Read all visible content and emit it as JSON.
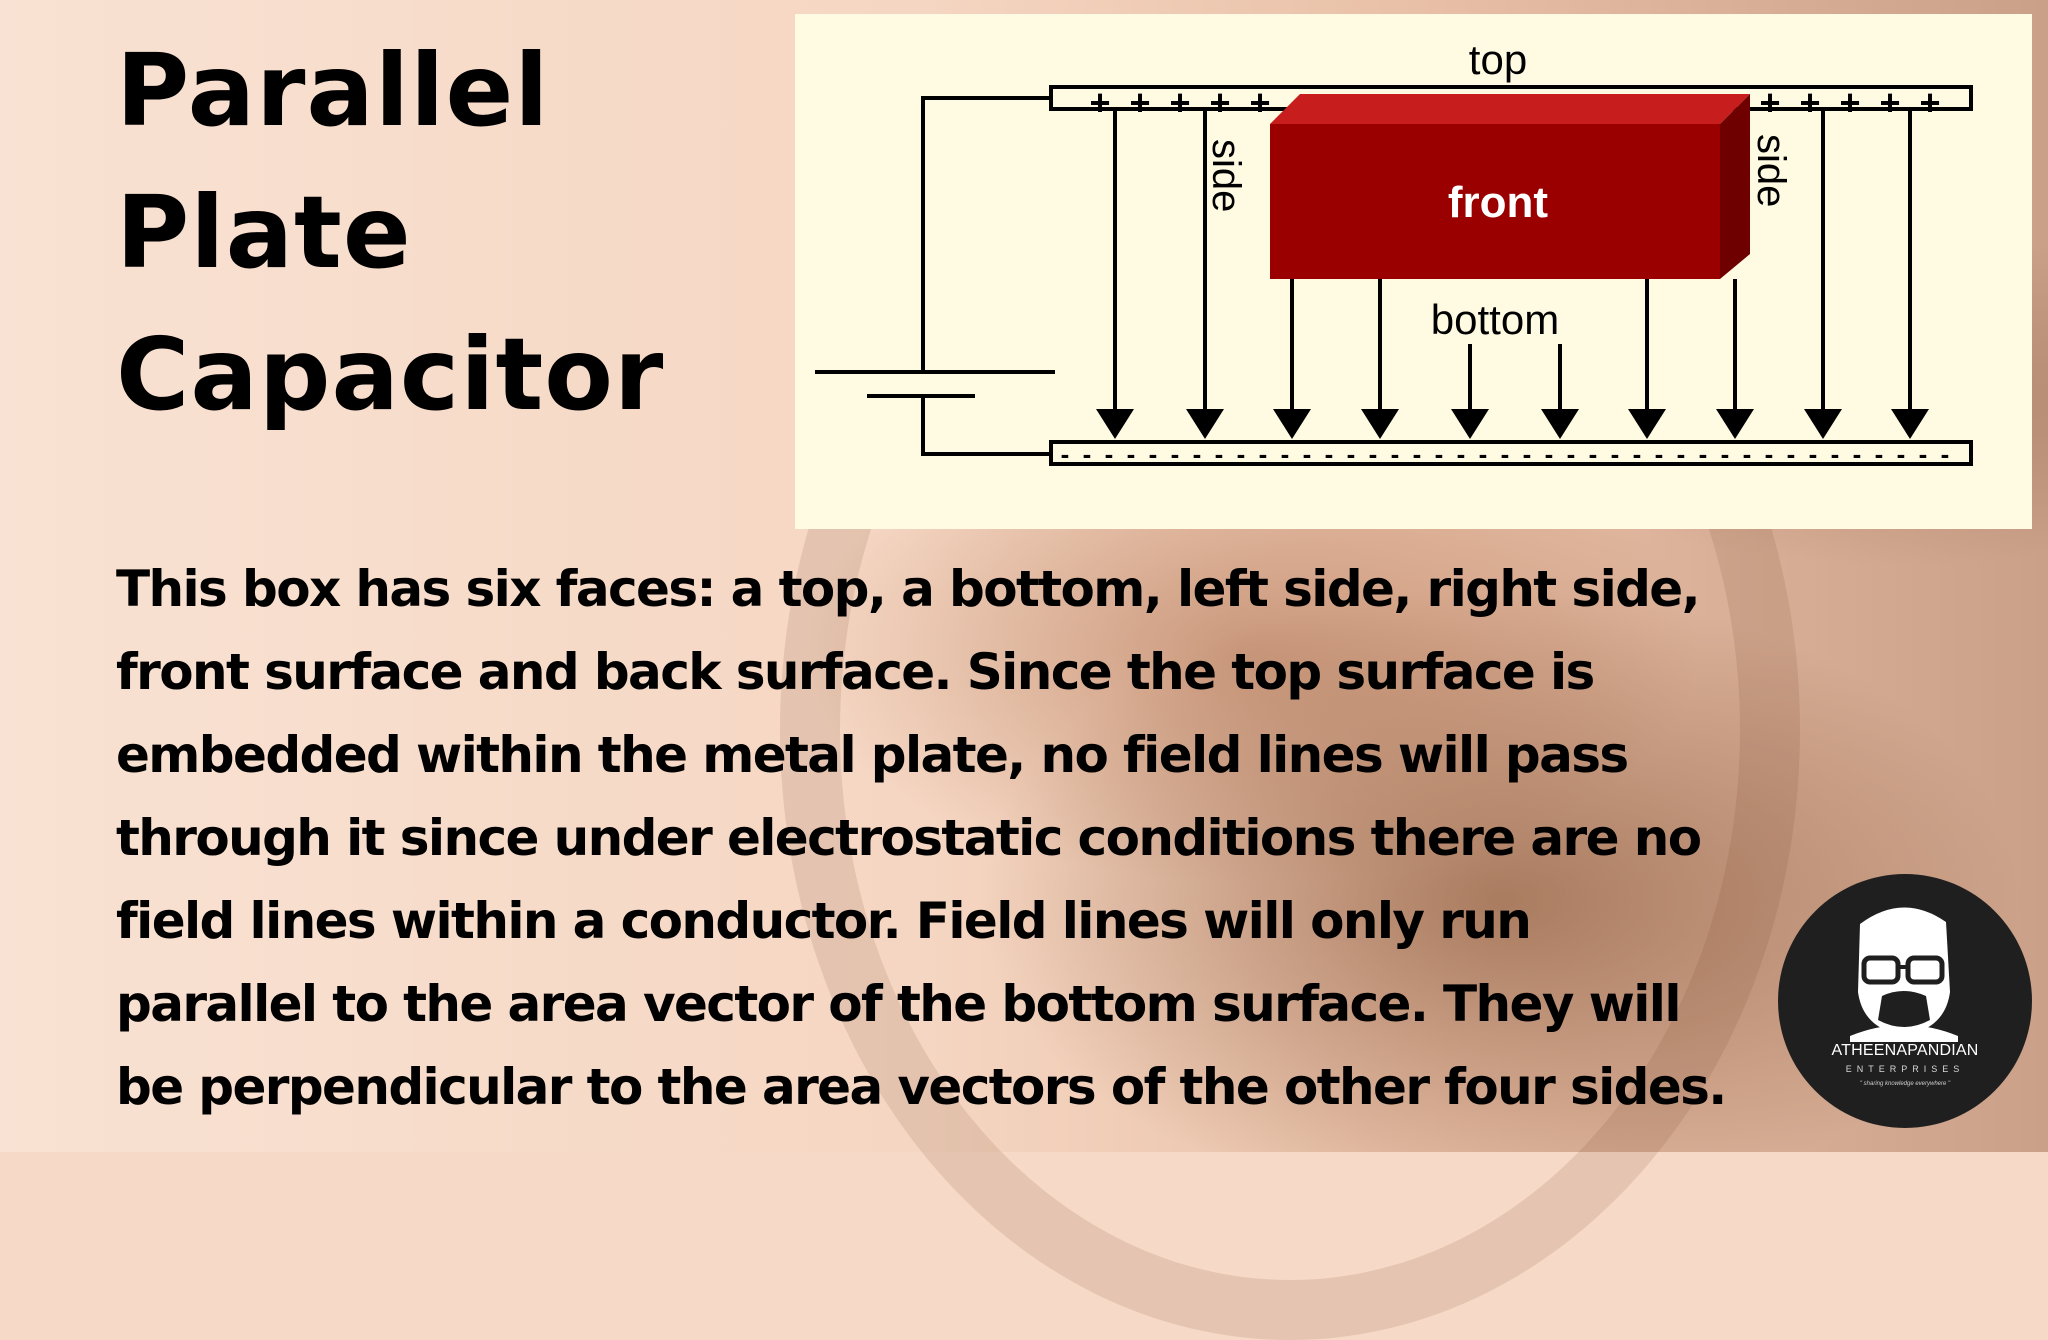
{
  "title_lines": [
    "Parallel",
    "Plate",
    "Capacitor"
  ],
  "diagram": {
    "labels": {
      "top": "top",
      "front": "front",
      "bottom": "bottom",
      "side_left": "side",
      "side_right": "side"
    },
    "colors": {
      "panel": "#fffbe3",
      "box_front": "#9a0000",
      "box_top": "#cc1f1f",
      "box_side": "#6e0000",
      "lines": "#000000"
    },
    "top_plate_charge": "+",
    "bottom_plate_charge": "-"
  },
  "description": "This box has six faces: a top, a bottom, left side, right side, front surface and back surface. Since the top surface is embedded within the metal plate, no field lines will pass through it since under electrostatic conditions there are no field lines within a conductor. Field lines will only run parallel to the area vector of the bottom surface. They will be perpendicular to the area vectors of the other four sides.",
  "logo": {
    "name": "ATHEENAPANDIAN",
    "subtitle": "ENTERPRISES",
    "tagline": "\" sharing knowledge everywhere \"",
    "icon": "bald-man-glasses-goatee-icon"
  }
}
